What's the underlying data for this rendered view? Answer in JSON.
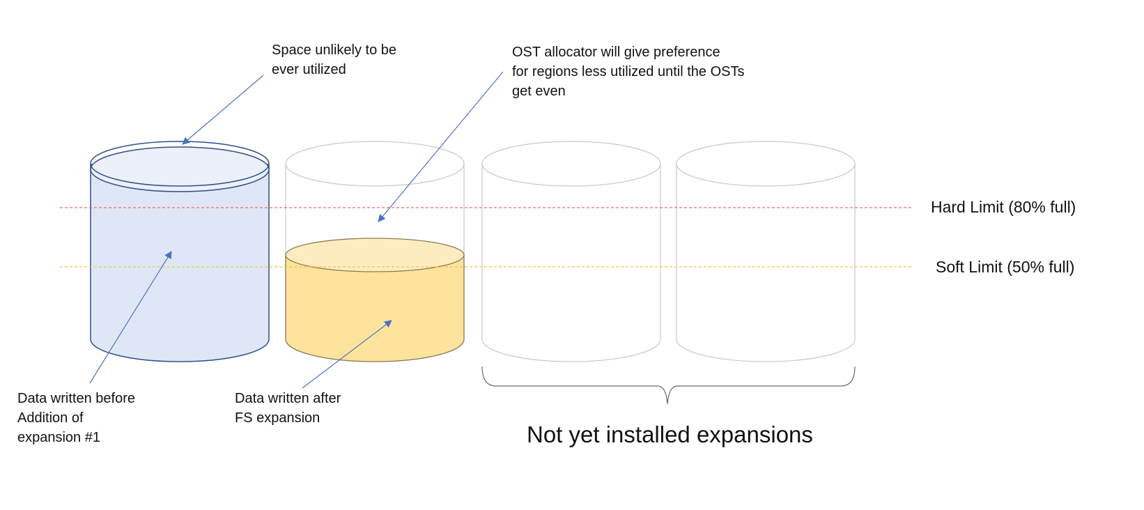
{
  "annotations": {
    "space_unlikely": "Space unlikely to be\never utilized",
    "ost_allocator": "OST allocator will give preference\nfor regions less utilized until the OSTs\nget even",
    "data_before": "Data written before\nAddition of\nexpansion #1",
    "data_after": "Data written after\nFS expansion"
  },
  "limits": {
    "hard": {
      "label": "Hard Limit (80% full)",
      "fill_fraction": 0.8,
      "color": "#f06a6a"
    },
    "soft": {
      "label": "Soft Limit (50% full)",
      "fill_fraction": 0.5,
      "color": "#f5c542"
    }
  },
  "cylinders": [
    {
      "id": "original",
      "state": "filled",
      "fill_fraction": 0.97,
      "fill_color": "#dfe7f6",
      "outline_color": "#2f4d8a"
    },
    {
      "id": "expansion-1",
      "state": "partially-filled",
      "fill_fraction": 0.47,
      "fill_color": "#fde39c",
      "outline_color": "#b0b0b0"
    },
    {
      "id": "expansion-2",
      "state": "not-installed",
      "fill_fraction": 0,
      "outline_color": "#c8c8c8"
    },
    {
      "id": "expansion-3",
      "state": "not-installed",
      "fill_fraction": 0,
      "outline_color": "#c8c8c8"
    }
  ],
  "bracket_label": "Not yet installed expansions",
  "arrow_color": "#4a72c4"
}
